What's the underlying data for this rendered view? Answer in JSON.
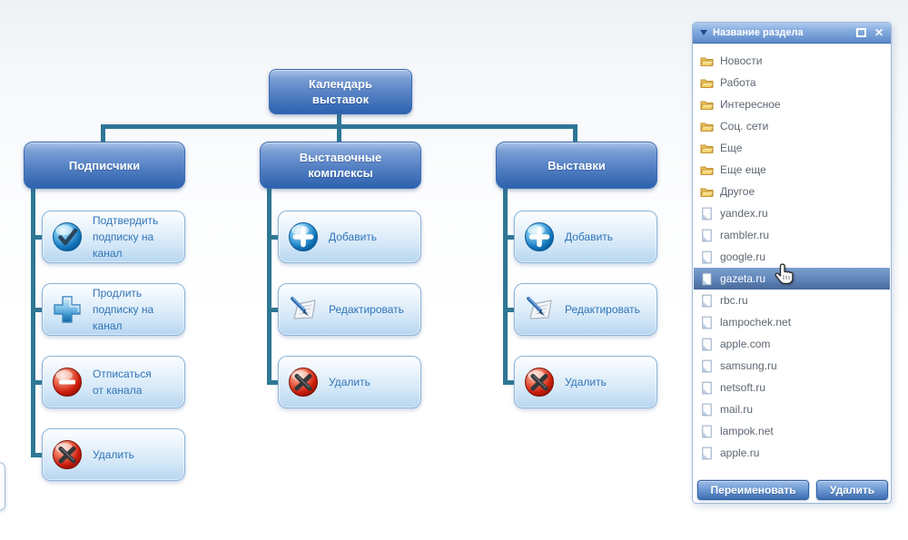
{
  "diagram": {
    "root": {
      "label": "Календарь\nвыставок"
    },
    "columns": [
      {
        "label": "Подписчики",
        "children": [
          {
            "icon": "check-sphere-icon",
            "label": "Подтвердить\nподписку на канал"
          },
          {
            "icon": "plus-3d-icon",
            "label": "Продлить\nподписку на канал"
          },
          {
            "icon": "minus-sphere-icon",
            "label": "Отписаться\nот канала"
          },
          {
            "icon": "x-sphere-icon",
            "label": "Удалить"
          }
        ]
      },
      {
        "label": "Выставочные\nкомплексы",
        "children": [
          {
            "icon": "plus-sphere-icon",
            "label": "Добавить"
          },
          {
            "icon": "edit-pen-icon",
            "label": "Редактировать"
          },
          {
            "icon": "x-sphere-icon",
            "label": "Удалить"
          }
        ]
      },
      {
        "label": "Выставки",
        "children": [
          {
            "icon": "plus-sphere-icon",
            "label": "Добавить"
          },
          {
            "icon": "edit-pen-icon",
            "label": "Редактировать"
          },
          {
            "icon": "x-sphere-icon",
            "label": "Удалить"
          }
        ]
      }
    ]
  },
  "panel": {
    "title": "Название раздела",
    "header_icons": [
      "collapse-triangle",
      "maximize",
      "close"
    ],
    "close_glyph": "✕",
    "items": [
      {
        "type": "folder",
        "label": "Новости"
      },
      {
        "type": "folder",
        "label": "Работа"
      },
      {
        "type": "folder",
        "label": "Интересное"
      },
      {
        "type": "folder",
        "label": "Соц. сети"
      },
      {
        "type": "folder",
        "label": "Еще"
      },
      {
        "type": "folder",
        "label": "Еще еще"
      },
      {
        "type": "folder",
        "label": "Другое"
      },
      {
        "type": "file",
        "label": "yandex.ru"
      },
      {
        "type": "file",
        "label": "rambler.ru"
      },
      {
        "type": "file",
        "label": "google.ru"
      },
      {
        "type": "file",
        "label": "gazeta.ru",
        "selected": true
      },
      {
        "type": "file",
        "label": "rbc.ru"
      },
      {
        "type": "file",
        "label": "lampochek.net"
      },
      {
        "type": "file",
        "label": "apple.com"
      },
      {
        "type": "file",
        "label": "samsung.ru"
      },
      {
        "type": "file",
        "label": "netsoft.ru"
      },
      {
        "type": "file",
        "label": "mail.ru"
      },
      {
        "type": "file",
        "label": "lampok.net"
      },
      {
        "type": "file",
        "label": "apple.ru"
      }
    ],
    "buttons": [
      {
        "label": "Переименовать"
      },
      {
        "label": "Удалить"
      }
    ]
  },
  "colors": {
    "connector": "#2f7795",
    "parent_node_bottom": "#2c62ae",
    "leaf_border": "#8ab3da",
    "leaf_text": "#2f74b8",
    "panel_header": "#5d89c9",
    "selection": "#5f84b8",
    "folder_yellow": "#edc258",
    "sphere_blue": "#1478bd",
    "sphere_red": "#cc1d0b"
  }
}
